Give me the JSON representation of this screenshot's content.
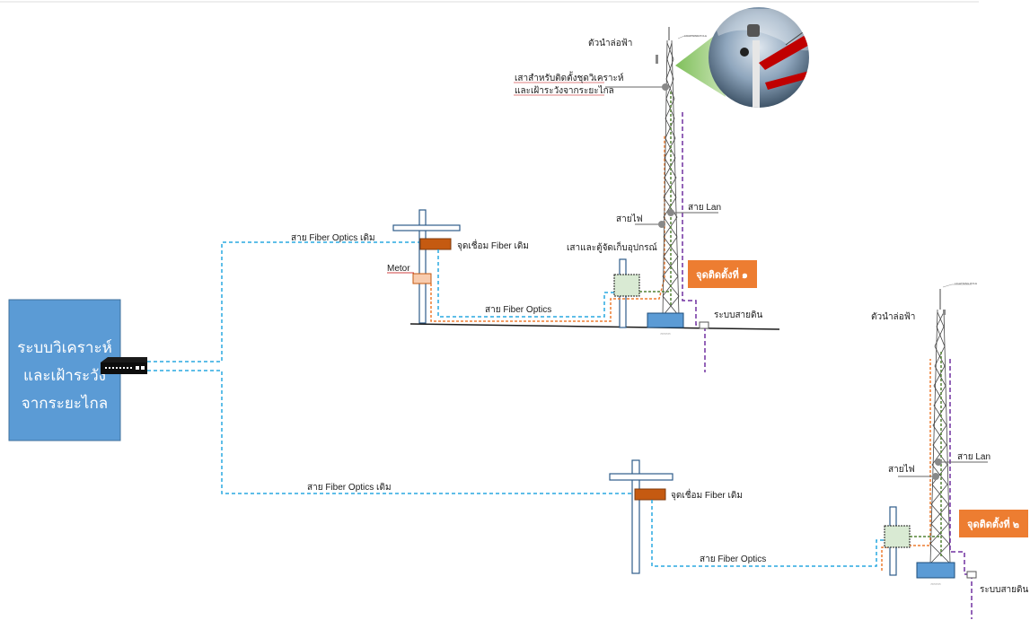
{
  "system_box": {
    "lines": [
      "ระบบวิเคราะห์",
      "และเฝ้าระวัง",
      "จากระยะไกล"
    ],
    "color": "#5b9bd5"
  },
  "labels": {
    "lightning_rod_1": "ตัวนำล่อฟ้า",
    "camera_pole_line1": "เสาสำหรับติดตั้งชุดวิเคราะห์",
    "camera_pole_line2": "และเฝ้าระวังจากระยะไกล",
    "power_cable_1": "สายไฟ",
    "lan_cable_1": "สาย Lan",
    "cabinet_1": "เสาและตู้จัดเก็บอุปกรณ์",
    "install_point_1": "จุดติดตั้งที่ ๑",
    "ground_1": "ระบบสายดิน",
    "fiber_existing_1": "สาย Fiber Optics เดิม",
    "splice_1": "จุดเชื่อม Fiber เดิม",
    "meter": "Metor",
    "fiber_new_1": "สาย Fiber Optics",
    "fiber_existing_2": "สาย Fiber Optics เดิม",
    "splice_2": "จุดเชื่อม Fiber เดิม",
    "fiber_new_2": "สาย Fiber Optics",
    "lightning_rod_2": "ตัวนำล่อฟ้า",
    "power_cable_2": "สายไฟ",
    "lan_cable_2": "สาย Lan",
    "install_point_2": "จุดติดตั้งที่ ๒",
    "ground_2": "ระบบสายดิน",
    "tower_top_tag_1": "LIGHTNING POLE",
    "tower_top_tag_2": "LIGHTNING POLE"
  },
  "colors": {
    "fiber": "#29a8e0",
    "power": "#ed7d31",
    "ground": "#7030a0",
    "lan": "#548235",
    "install_point": "#ed7d31",
    "splice": "#c55a11",
    "cabinet": "#d9ead3",
    "base": "#5b9bd5"
  },
  "icons": [
    "network-switch-icon",
    "camera-photo-icon"
  ]
}
